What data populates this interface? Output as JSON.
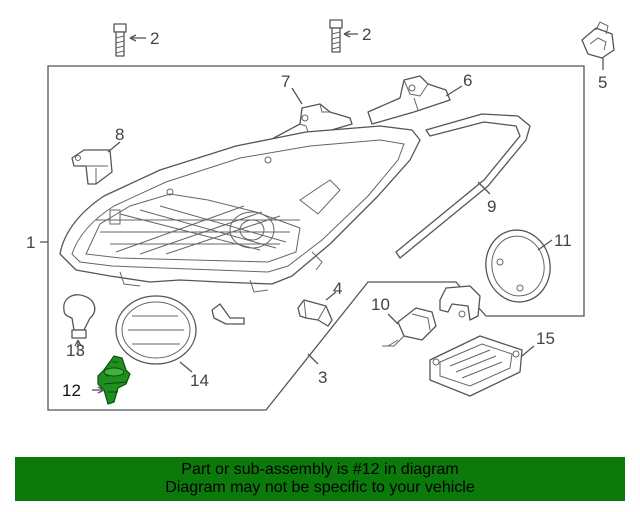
{
  "callouts": {
    "c1": "1",
    "c2a": "2",
    "c2b": "2",
    "c3": "3",
    "c4": "4",
    "c5": "5",
    "c6": "6",
    "c7": "7",
    "c8": "8",
    "c9": "9",
    "c10": "10",
    "c11": "11",
    "c12": "12",
    "c13": "13",
    "c14": "14",
    "c15": "15"
  },
  "highlight_color": "#1f8f1f",
  "banner": {
    "line1": "Part or sub-assembly is #12 in diagram",
    "line2": "Diagram may not be specific to your vehicle",
    "color": "#0b7a0b"
  }
}
